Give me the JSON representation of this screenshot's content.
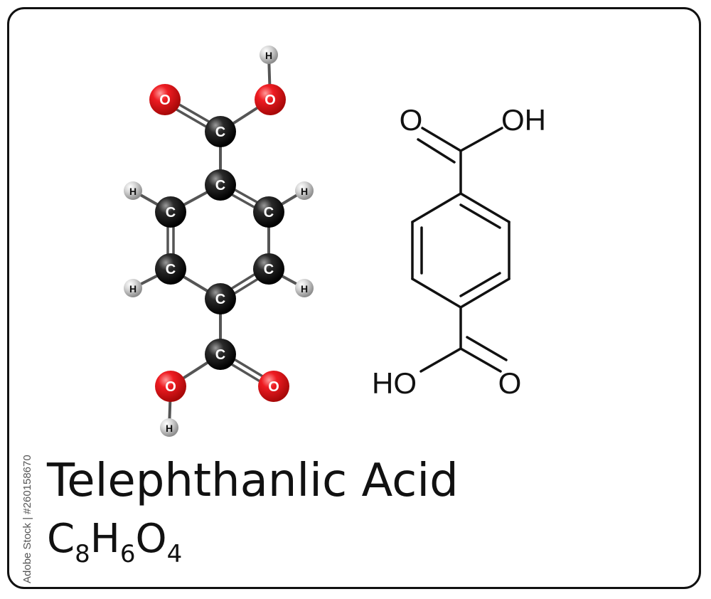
{
  "title": "Telephthanlic Acid",
  "formula": {
    "parts": [
      {
        "text": "C",
        "sub": "8"
      },
      {
        "text": "H",
        "sub": "6"
      },
      {
        "text": "O",
        "sub": "4"
      }
    ]
  },
  "stock_id": "Adobe Stock | #260158670",
  "ball_stick": {
    "atoms": [
      {
        "el": "C",
        "label": "C"
      },
      {
        "el": "C",
        "label": "C"
      },
      {
        "el": "C",
        "label": "C"
      },
      {
        "el": "C",
        "label": "C"
      },
      {
        "el": "C",
        "label": "C"
      },
      {
        "el": "C",
        "label": "C"
      },
      {
        "el": "C",
        "label": "C"
      },
      {
        "el": "C",
        "label": "C"
      },
      {
        "el": "O",
        "label": "O"
      },
      {
        "el": "O",
        "label": "O"
      },
      {
        "el": "O",
        "label": "O"
      },
      {
        "el": "O",
        "label": "O"
      },
      {
        "el": "H",
        "label": "H"
      },
      {
        "el": "H",
        "label": "H"
      },
      {
        "el": "H",
        "label": "H"
      },
      {
        "el": "H",
        "label": "H"
      },
      {
        "el": "H",
        "label": "H"
      },
      {
        "el": "H",
        "label": "H"
      }
    ]
  },
  "skeletal": {
    "labels": {
      "top_o": "O",
      "top_oh": "OH",
      "bottom_ho": "HO",
      "bottom_o": "O"
    }
  },
  "colors": {
    "carbon": "#111111",
    "oxygen": "#e3161c",
    "hydrogen": "#c8c8c8",
    "bond": "#555555",
    "line": "#111111"
  }
}
